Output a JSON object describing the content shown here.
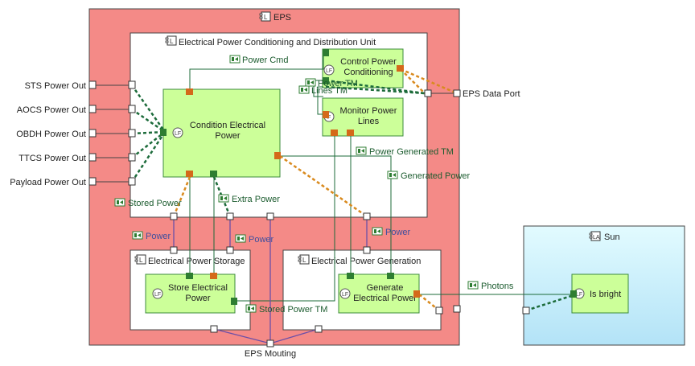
{
  "colors": {
    "eps_fill": "#f48a87",
    "function_fill": "#ccff99",
    "function_border": "#3d8b3d",
    "exchange_green": "#1c6b3a",
    "exchange_label": "#1c5c2f",
    "port_orange": "#d4691a",
    "port_green": "#2e7d32",
    "dashed_orange": "#d98a1e",
    "sun_top": "#e2fbff",
    "sun_bottom": "#b3e3f7",
    "blue_label": "#3f4f9e",
    "purple_link": "#6b4fa8"
  },
  "components": {
    "eps": "EPS",
    "epcdu": "Electrical Power Conditioning and Distribution Unit",
    "storage": "Electrical Power Storage",
    "generation": "Electrical Power Generation",
    "sun": "Sun"
  },
  "functions": {
    "condition": "Condition Electrical Power",
    "control": "Control Power Conditioning",
    "monitor": "Monitor Power Lines",
    "store": "Store Electrical Power",
    "generate": "Generate Electrical Power",
    "bright": "Is bright"
  },
  "ports": {
    "sts": "STS Power Out",
    "aocs": "AOCS Power Out",
    "obdh": "OBDH Power Out",
    "ttcs": "TTCS Power Out",
    "payload": "Payload Power Out",
    "data": "EPS Data Port",
    "mounting": "EPS Mouting"
  },
  "exchanges": {
    "power_cmd": "Power Cmd",
    "power_tm": "Power TM",
    "lines_tm": "Lines TM",
    "stored_power": "Stored Power",
    "extra_power": "Extra Power",
    "power_generated_tm": "Power Generated TM",
    "generated_power": "Generated Power",
    "stored_power_tm": "Stored Power TM",
    "photons": "Photons"
  },
  "physical_links": {
    "power_left": "Power",
    "power_mid": "Power",
    "power_right": "Power"
  },
  "icons": {
    "component": "component-icon",
    "function": "function-icon",
    "exchange": "exchange-icon"
  }
}
